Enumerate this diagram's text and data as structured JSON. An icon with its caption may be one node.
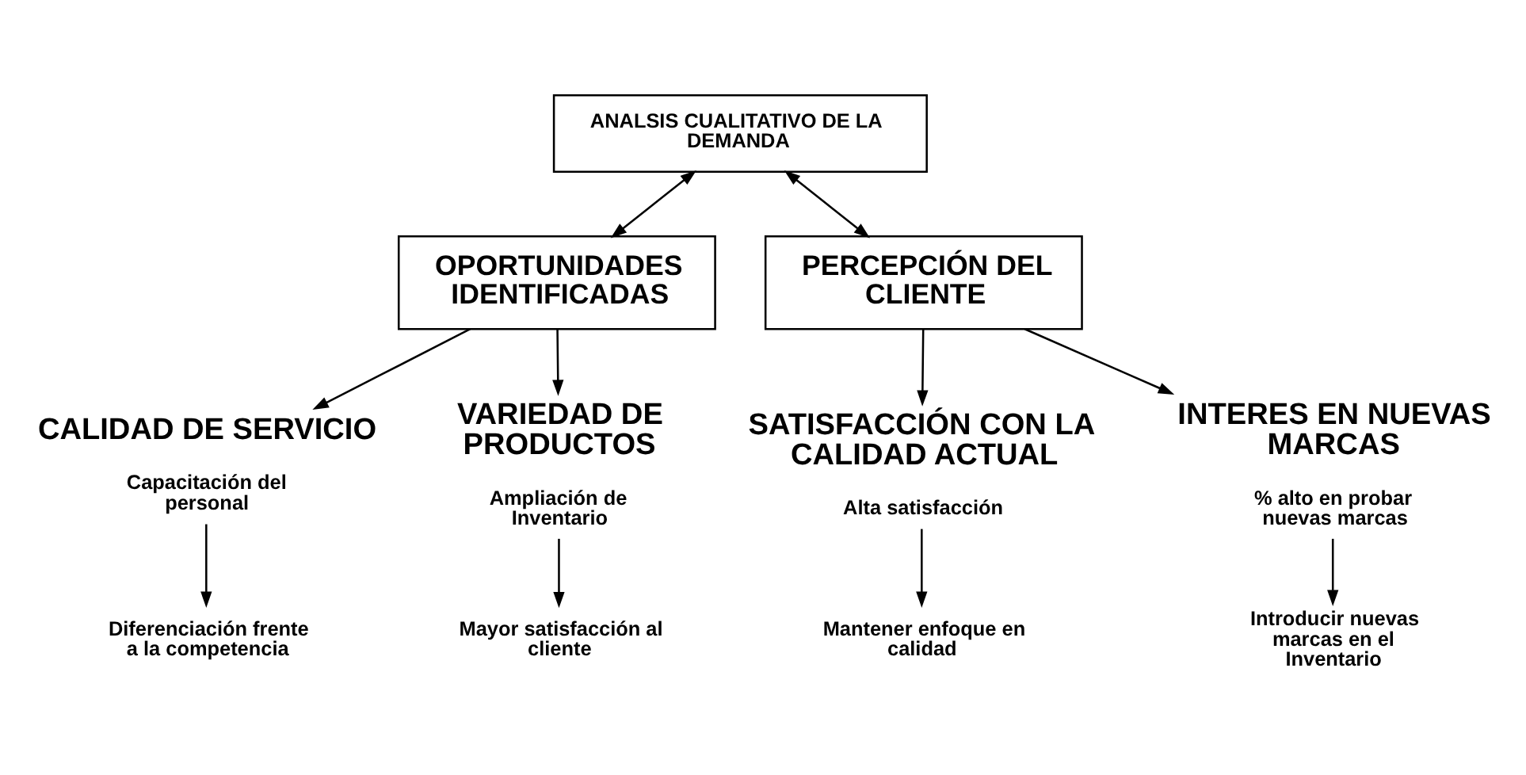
{
  "diagram": {
    "nodes": [
      {
        "text": [
          "ANALSIS CUALITATIVO DE LA DEMANDA"
        ]
      },
      {
        "text": [
          "OPORTUNIDADES IDENTIFICADAS"
        ]
      },
      {
        "text": [
          "PERCEPCIÓN DEL CLIENTE"
        ]
      },
      {
        "text": [
          "CALIDAD DE SERVICIO",
          "Capacitación del personal"
        ]
      },
      {
        "text": [
          "Diferenciación frente a la competencia"
        ]
      },
      {
        "text": [
          "VARIEDAD DE PRODUCTOS",
          "Ampliación de Inventario"
        ]
      },
      {
        "text": [
          "Mayor satisfacción al cliente"
        ]
      },
      {
        "text": [
          "SATISFACCIÓN CON LA CALIDAD ACTUAL",
          "Alta satisfacción"
        ]
      },
      {
        "text": [
          "Mantener enfoque en calidad"
        ]
      },
      {
        "text": [
          "INTERES EN NUEVAS MARCAS",
          "% alto en probar nuevas marcas"
        ]
      },
      {
        "text": [
          "Introducir nuevas marcas en el Inventario"
        ]
      }
    ],
    "edges": [
      {
        "from": 0,
        "to": 1,
        "arrow": "both"
      },
      {
        "from": 0,
        "to": 2,
        "arrow": "both"
      },
      {
        "from": 1,
        "to": 3,
        "arrow": "to"
      },
      {
        "from": 1,
        "to": 5,
        "arrow": "to"
      },
      {
        "from": 2,
        "to": 7,
        "arrow": "to"
      },
      {
        "from": 2,
        "to": 9,
        "arrow": "to"
      },
      {
        "from": 3,
        "to": 4,
        "arrow": "to"
      },
      {
        "from": 5,
        "to": 6,
        "arrow": "to"
      },
      {
        "from": 7,
        "to": 8,
        "arrow": "to"
      },
      {
        "from": 9,
        "to": 10,
        "arrow": "to"
      }
    ]
  }
}
